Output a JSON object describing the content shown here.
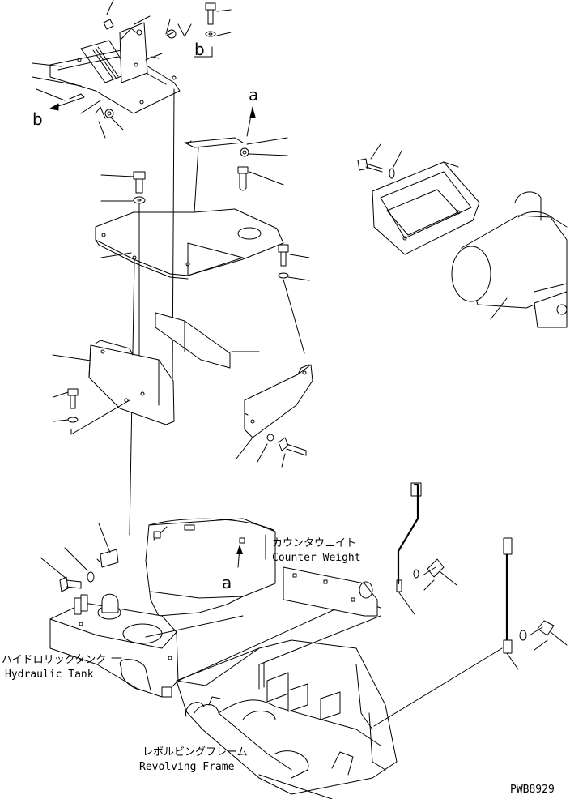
{
  "labels": {
    "counter_weight_jp": "カウンタウェイト",
    "counter_weight_en": "Counter Weight",
    "hydraulic_tank_jp": "ハイドロリックタンク",
    "hydraulic_tank_en": "Hydraulic Tank",
    "revolving_frame_jp": "レボルビングフレーム",
    "revolving_frame_en": "Revolving Frame"
  },
  "refs": {
    "a": "a",
    "b": "b"
  },
  "drawing_code": "PWB8929"
}
